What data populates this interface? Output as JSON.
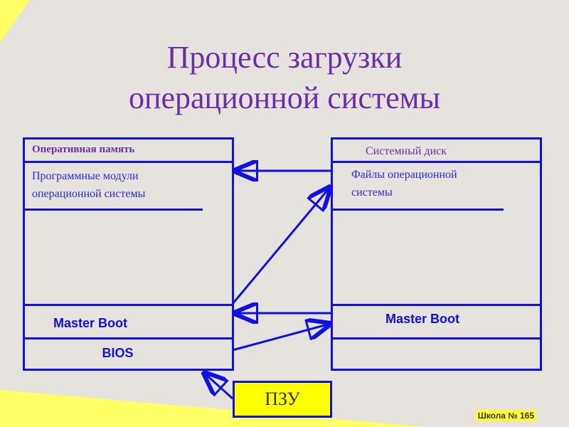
{
  "title": {
    "line1": "Процесс загрузки",
    "line2": "операционной системы"
  },
  "ram": {
    "header": "Оперативная память",
    "modules": "Программные модули операционной системы",
    "master_boot": "Master Boot",
    "bios": "BIOS"
  },
  "disk": {
    "header": "Системный диск",
    "files": "Файлы операционной системы",
    "master_boot": "Master Boot"
  },
  "rom": {
    "label": "ПЗУ"
  },
  "footer": {
    "school": "Школа № 165"
  },
  "colors": {
    "line": "#1010e0",
    "title": "#6a2fa8",
    "rom_fill": "#ffff00",
    "background": "#ffff66"
  }
}
